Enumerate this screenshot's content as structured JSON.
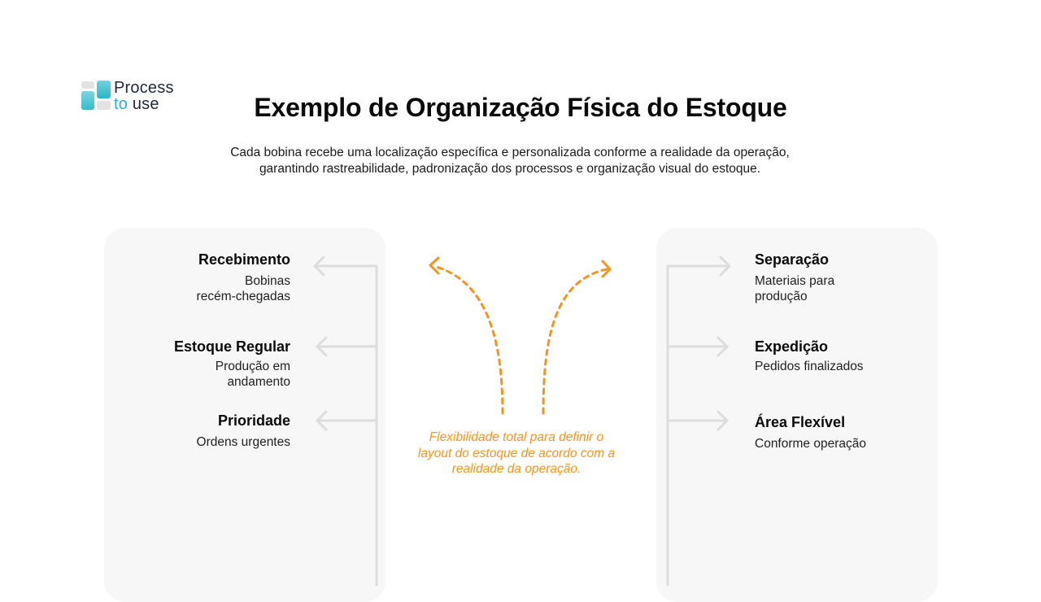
{
  "brand": {
    "logo_line1": "Process",
    "logo_line2_accent": "to",
    "logo_line2_rest": " use",
    "accent_color": "#27b5c6"
  },
  "header": {
    "title": "Exemplo de Organização Física do Estoque",
    "subtitle_line1": "Cada bobina recebe uma localização específica e personalizada conforme a realidade da operação,",
    "subtitle_line2": "garantindo rastreabilidade, padronização dos processos e organização visual do estoque."
  },
  "left_panel": {
    "items": [
      {
        "name": "Recebimento",
        "desc_line1": "Bobinas",
        "desc_line2": "recém-chegadas"
      },
      {
        "name": "Estoque Regular",
        "desc_line1": "Produção em",
        "desc_line2": "andamento"
      },
      {
        "name": "Prioridade",
        "desc_line1": "Ordens urgentes",
        "desc_line2": ""
      }
    ]
  },
  "right_panel": {
    "items": [
      {
        "name": "Separação",
        "desc_line1": "Materiais para",
        "desc_line2": "produção"
      },
      {
        "name": "Expedição",
        "desc_line1": "Pedidos finalizados",
        "desc_line2": ""
      },
      {
        "name": "Área Flexível",
        "desc_line1": "Conforme operação",
        "desc_line2": ""
      }
    ]
  },
  "center": {
    "note_line1": "Flexibilidade total para definir o",
    "note_line2": "layout do estoque de acordo com a",
    "note_line3": "realidade da operação.",
    "arrow_color": "#f7941d"
  },
  "colors": {
    "panel_bg": "#f7f7f7",
    "connector": "#dddddd"
  }
}
